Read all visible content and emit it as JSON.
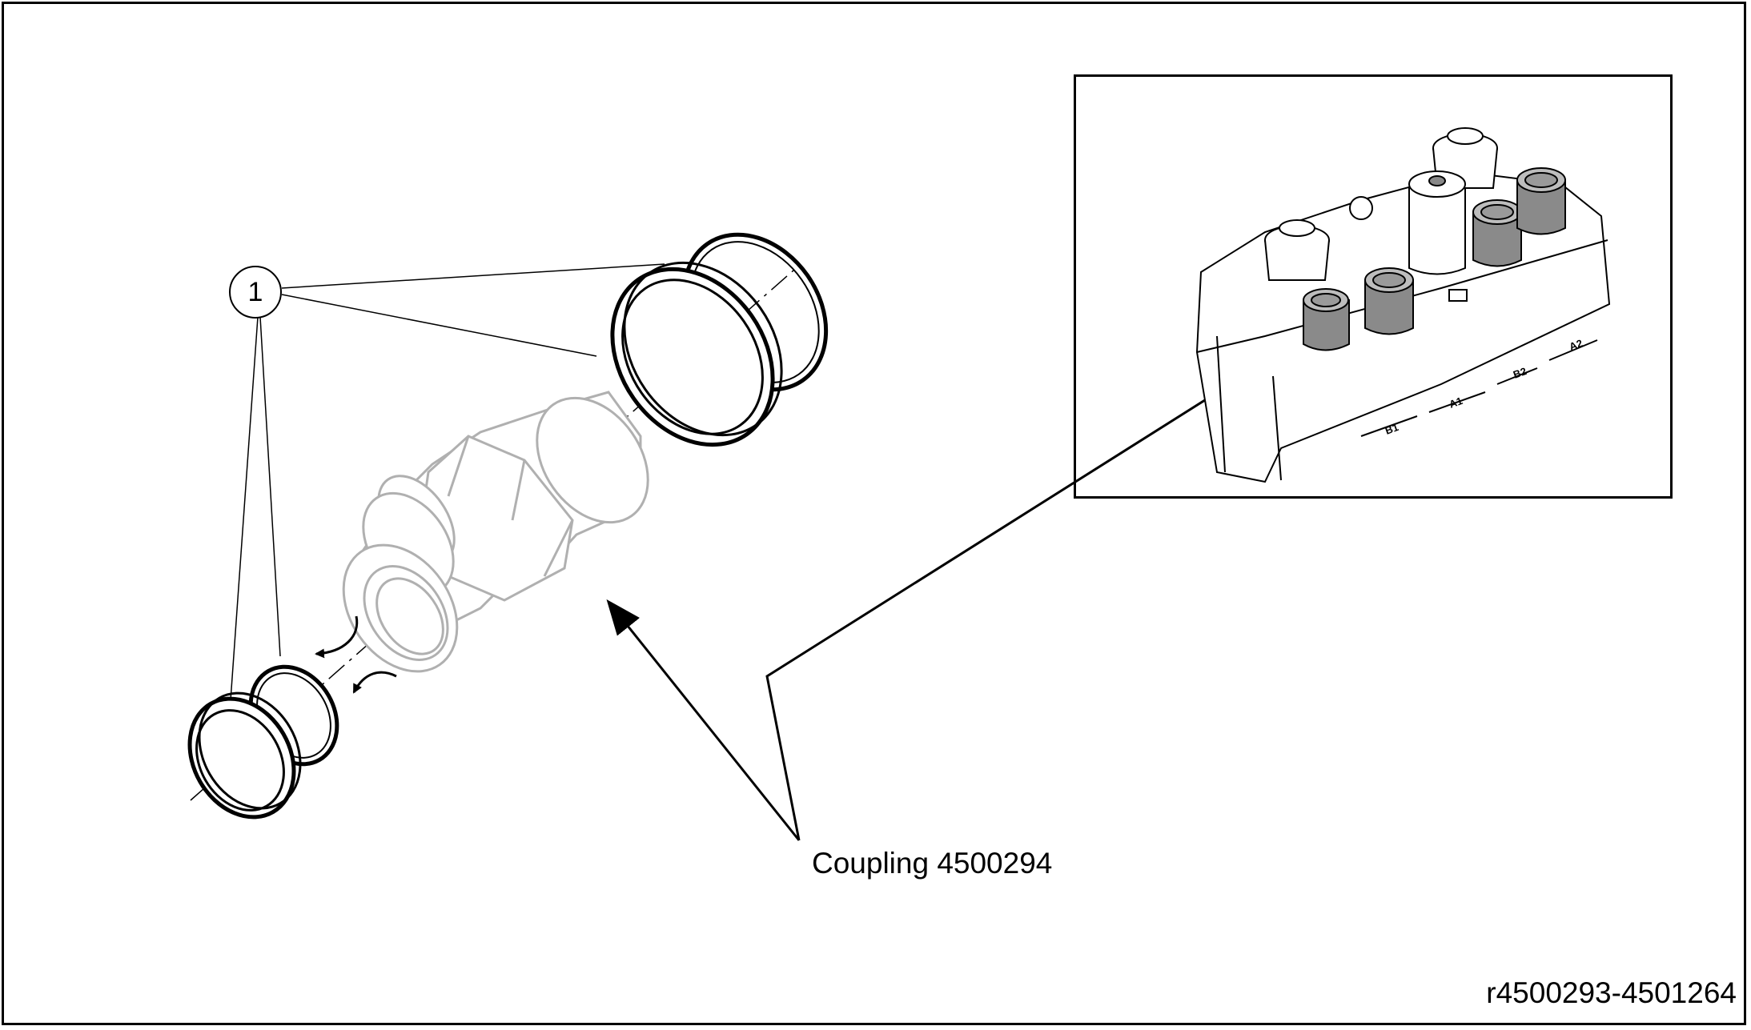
{
  "figure": {
    "callout_number": "1",
    "callout_label": "Coupling 4500294",
    "document_reference": "r4500293-4501264"
  },
  "inset": {
    "port_labels": [
      "B1",
      "A1",
      "B2",
      "A2"
    ]
  },
  "icons": {
    "rotation_arrows": "curved-arrow-icon",
    "pointer_arrows": "arrow-icon"
  },
  "colors": {
    "line": "#000000",
    "part_outline": "#b0b0b0",
    "coupling_fill": "#8a8a8a",
    "background": "#ffffff"
  }
}
